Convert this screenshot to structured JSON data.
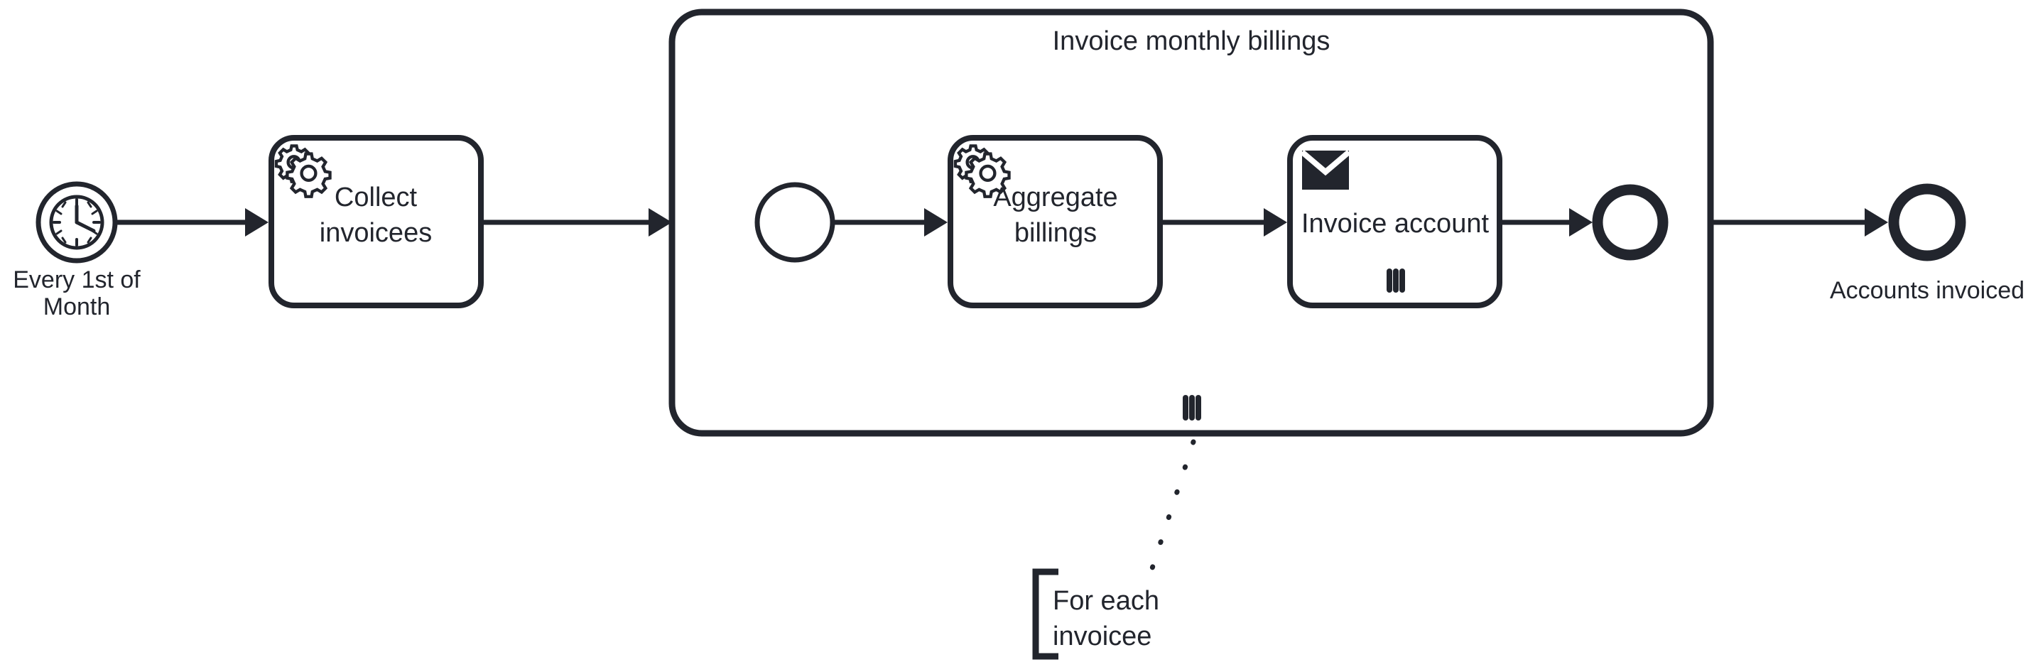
{
  "diagram": {
    "type": "bpmn-process-diagram",
    "background_color": "#ffffff",
    "stroke_color": "#22252d"
  },
  "nodes": {
    "start_event": {
      "label": "Every 1st of\nMonth",
      "label_line1": "Every 1st of",
      "label_line2": "Month",
      "icon": "clock-icon",
      "event_type": "timer-start-event"
    },
    "collect_task": {
      "label_line1": "Collect",
      "label_line2": "invoicees",
      "icon": "gear-icon",
      "task_type": "service-task"
    },
    "subprocess": {
      "title": "Invoice monthly billings",
      "marker": "multi-instance-parallel-marker",
      "type": "expanded-subprocess"
    },
    "inner_start_event": {
      "label": "",
      "event_type": "none-start-event"
    },
    "aggregate_task": {
      "label_line1": "Aggregate",
      "label_line2": "billings",
      "icon": "gear-icon",
      "task_type": "service-task"
    },
    "invoice_task": {
      "label": "Invoice account",
      "icon": "envelope-icon",
      "task_type": "send-task",
      "marker": "multi-instance-parallel-marker"
    },
    "inner_end_event": {
      "label": "",
      "event_type": "none-end-event"
    },
    "end_event": {
      "label": "Accounts invoiced",
      "event_type": "none-end-event"
    },
    "annotation": {
      "label_line1": "For each",
      "label_line2": "invoicee",
      "type": "text-annotation"
    }
  },
  "flows": [
    {
      "from": "start_event",
      "to": "collect_task"
    },
    {
      "from": "collect_task",
      "to": "subprocess"
    },
    {
      "from": "inner_start_event",
      "to": "aggregate_task"
    },
    {
      "from": "aggregate_task",
      "to": "invoice_task"
    },
    {
      "from": "invoice_task",
      "to": "inner_end_event"
    },
    {
      "from": "subprocess",
      "to": "end_event"
    }
  ],
  "associations": [
    {
      "from": "subprocess",
      "to": "annotation",
      "style": "dotted"
    }
  ]
}
